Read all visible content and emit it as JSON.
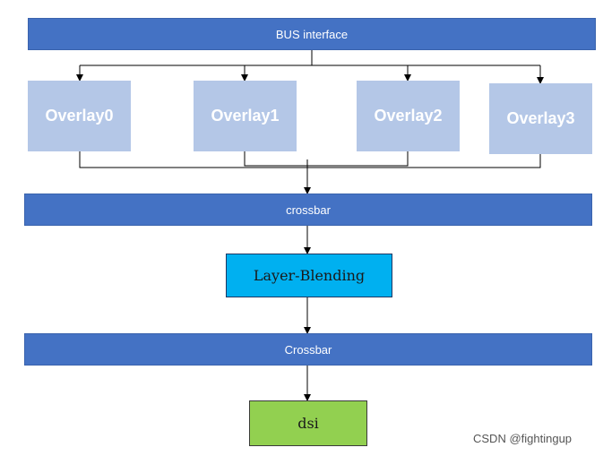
{
  "bus_interface": {
    "label": "BUS interface"
  },
  "overlays": [
    {
      "label": "Overlay0"
    },
    {
      "label": "Overlay1"
    },
    {
      "label": "Overlay2"
    },
    {
      "label": "Overlay3"
    }
  ],
  "crossbar_top": {
    "label": "crossbar"
  },
  "layer_blending": {
    "label": "Layer-Blending"
  },
  "crossbar_bottom": {
    "label": "Crossbar"
  },
  "dsi": {
    "label": "dsi"
  },
  "watermark": {
    "text": "CSDN @fightingup"
  },
  "colors": {
    "bar": "#4472c4",
    "overlay": "#b4c7e7",
    "blending": "#00b0f0",
    "dsi": "#92d050",
    "connector": "#000000"
  }
}
